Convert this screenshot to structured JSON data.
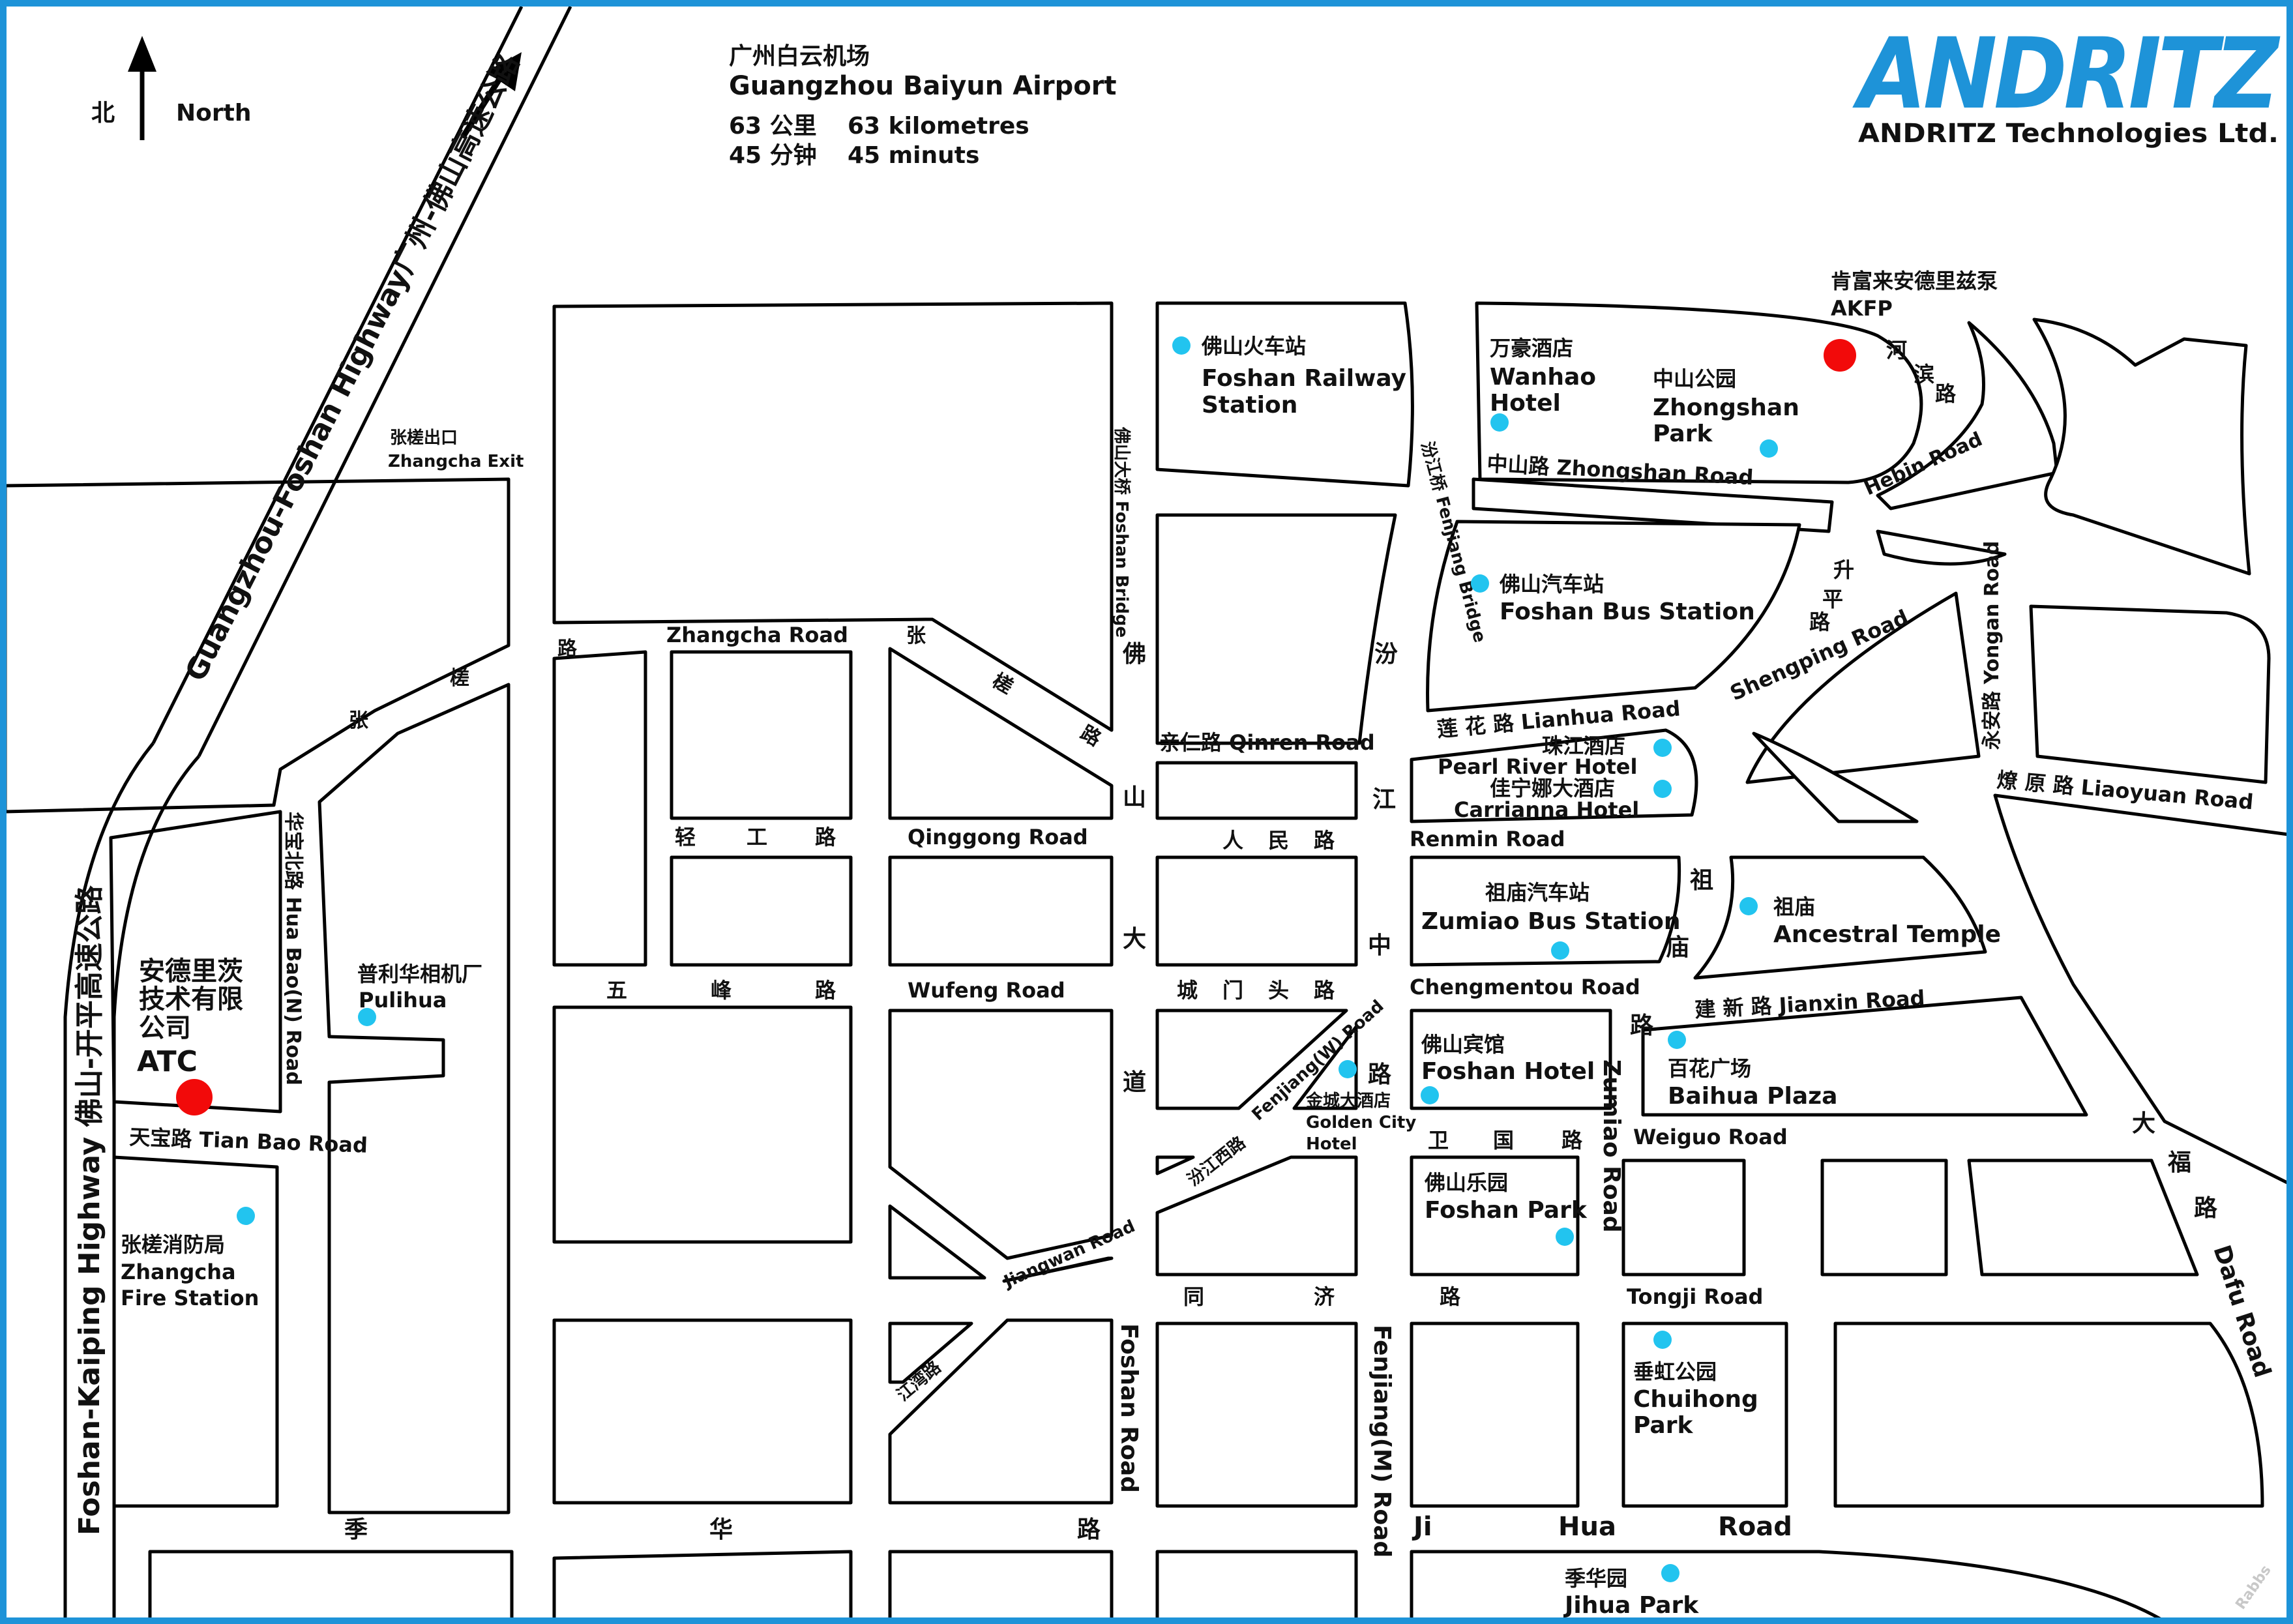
{
  "header": {
    "north_cn": "北",
    "north_en": "North",
    "airport_cn": "广州白云机场",
    "airport_en": "Guangzhou Baiyun  Airport",
    "dist_cn": "63 公里",
    "dist_en": "63 kilometres",
    "time_cn": "45 分钟",
    "time_en": "45 minuts"
  },
  "brand": {
    "logo": "ANDRITZ",
    "company": "ANDRITZ Technologies Ltd.",
    "color": "#1e93d8"
  },
  "highways": {
    "gz_foshan": "Guangzhou-Foshan Highway广州-佛山高速公路",
    "foshan_kaiping": "Foshan-Kaiping Highway  佛山-开平高速公路"
  },
  "exits": {
    "zhangcha_cn": "张槎出口",
    "zhangcha_en": "Zhangcha Exit"
  },
  "roads": {
    "zhangcha_lu": "路",
    "zhangcha_road": "Zhangcha  Road",
    "zhang1": "张",
    "zhang2": "槎",
    "zhang3": "路",
    "zl_zhang": "张",
    "zl_cha": "槎",
    "hua_bao_n": "华宝北路 Hua Bao(N) Road",
    "qinggong_cn1": "轻",
    "qinggong_cn2": "工",
    "qinggong_cn3": "路",
    "qinggong_en": "Qinggong  Road",
    "wufeng_cn1": "五",
    "wufeng_cn2": "峰",
    "wufeng_cn3": "路",
    "wufeng_en": "Wufeng  Road",
    "tianbao": "天宝路 Tian Bao Road",
    "jiangwan": "Jiangwan Road",
    "jiangwan_cn": "江湾路",
    "foshan_bridge": "佛山大桥 Foshan Bridge",
    "fs_fo": "佛",
    "fs_shan": "山",
    "fs_da": "大",
    "fs_dao": "道",
    "foshan_road": "Foshan Road",
    "qinren": "亲仁路 Qinren Road",
    "renmin_cn1": "人",
    "renmin_cn2": "民",
    "renmin_cn3": "路",
    "renmin_en": "Renmin Road",
    "chengmentou_cn1": "城",
    "chengmentou_cn2": "门",
    "chengmentou_cn3": "头",
    "chengmentou_cn4": "路",
    "chengmentou_en": "Chengmentou Road",
    "fenjiang_w": "Fenjiang(W) Road",
    "fenjiang_xi": "汾江西路",
    "fenjiang_bridge": "汾江桥 Fenjiang Bridge",
    "fj_fen": "汾",
    "fj_jiang": "江",
    "fj_zhong": "中",
    "fj_lu": "路",
    "fenjiang_m": "Fenjiang(M) Road",
    "tongji_cn1": "同",
    "tongji_cn2": "济",
    "tongji_cn3": "路",
    "tongji_en": "Tongji  Road",
    "jihua_cn1": "季",
    "jihua_cn2": "华",
    "jihua_cn3": "路",
    "jihua_en1": "Ji",
    "jihua_en2": "Hua",
    "jihua_en3": "Road",
    "zhongshan": "中山路 Zhongshan Road",
    "lianhua": "莲 花 路  Lianhua Road",
    "shengping_cn1": "升",
    "shengping_cn2": "平",
    "shengping_cn3": "路",
    "shengping_en": "Shengping Road",
    "hebin_cn1": "河",
    "hebin_cn2": "滨",
    "hebin_cn3": "路",
    "hebin_en": "Hebin Road",
    "yongan": "永安路 Yongan Road",
    "liaoyuan": "燎 原 路  Liaoyuan Road",
    "zumiao_cn1": "祖",
    "zumiao_cn2": "庙",
    "zumiao_cn3": "路",
    "zumiao_en": "Zumiao Road",
    "jianxin": "建 新 路   Jianxin Road",
    "weiguo_cn1": "卫",
    "weiguo_cn2": "国",
    "weiguo_cn3": "路",
    "weiguo_en": "Weiguo  Road",
    "dafu_cn1": "大",
    "dafu_cn2": "福",
    "dafu_cn3": "路",
    "dafu_en": "Dafu Road"
  },
  "pois": {
    "atc_cn1": "安德里茨",
    "atc_cn2": "技术有限",
    "atc_cn3": "公司",
    "atc_en": "ATC",
    "akfp_cn": "肯富来安德里兹泵",
    "akfp_en": "AKFP",
    "pulihua_cn": "普利华相机厂",
    "pulihua_en": "Pulihua",
    "zhangcha_fire_cn": "张槎消防局",
    "zhangcha_fire_en1": "Zhangcha",
    "zhangcha_fire_en2": "Fire Station",
    "railway_cn": "佛山火车站",
    "railway_en1": "Foshan Railway",
    "railway_en2": "Station",
    "wanhao_cn": "万豪酒店",
    "wanhao_en1": "Wanhao",
    "wanhao_en2": "Hotel",
    "zhongshan_park_cn": "中山公园",
    "zhongshan_park_en1": "Zhongshan",
    "zhongshan_park_en2": "Park",
    "bus_station_cn": "佛山汽车站",
    "bus_station_en": "Foshan Bus Station",
    "pearl_cn": "珠江酒店",
    "pearl_en": "Pearl River Hotel",
    "carrianna_cn": "佳宁娜大酒店",
    "carrianna_en": "Carrianna Hotel",
    "zumiao_bus_cn": "祖庙汽车站",
    "zumiao_bus_en": "Zumiao Bus Station",
    "temple_cn": "祖庙",
    "temple_en": "Ancestral Temple",
    "foshan_hotel_cn": "佛山宾馆",
    "foshan_hotel_en": "Foshan Hotel",
    "golden_cn": "金城大酒店",
    "golden_en1": "Golden City",
    "golden_en2": "Hotel",
    "baihua_cn": "百花广场",
    "baihua_en": "Baihua Plaza",
    "foshan_park_cn": "佛山乐园",
    "foshan_park_en": "Foshan Park",
    "chuihong_cn": "垂虹公园",
    "chuihong_en1": "Chuihong",
    "chuihong_en2": "Park",
    "jihua_park_cn": "季华园",
    "jihua_park_en": "Jihua Park"
  },
  "watermark": "Rabbs",
  "colors": {
    "poi": "#22c4ef",
    "target": "#f20a0a",
    "frame": "#1e93d8"
  }
}
